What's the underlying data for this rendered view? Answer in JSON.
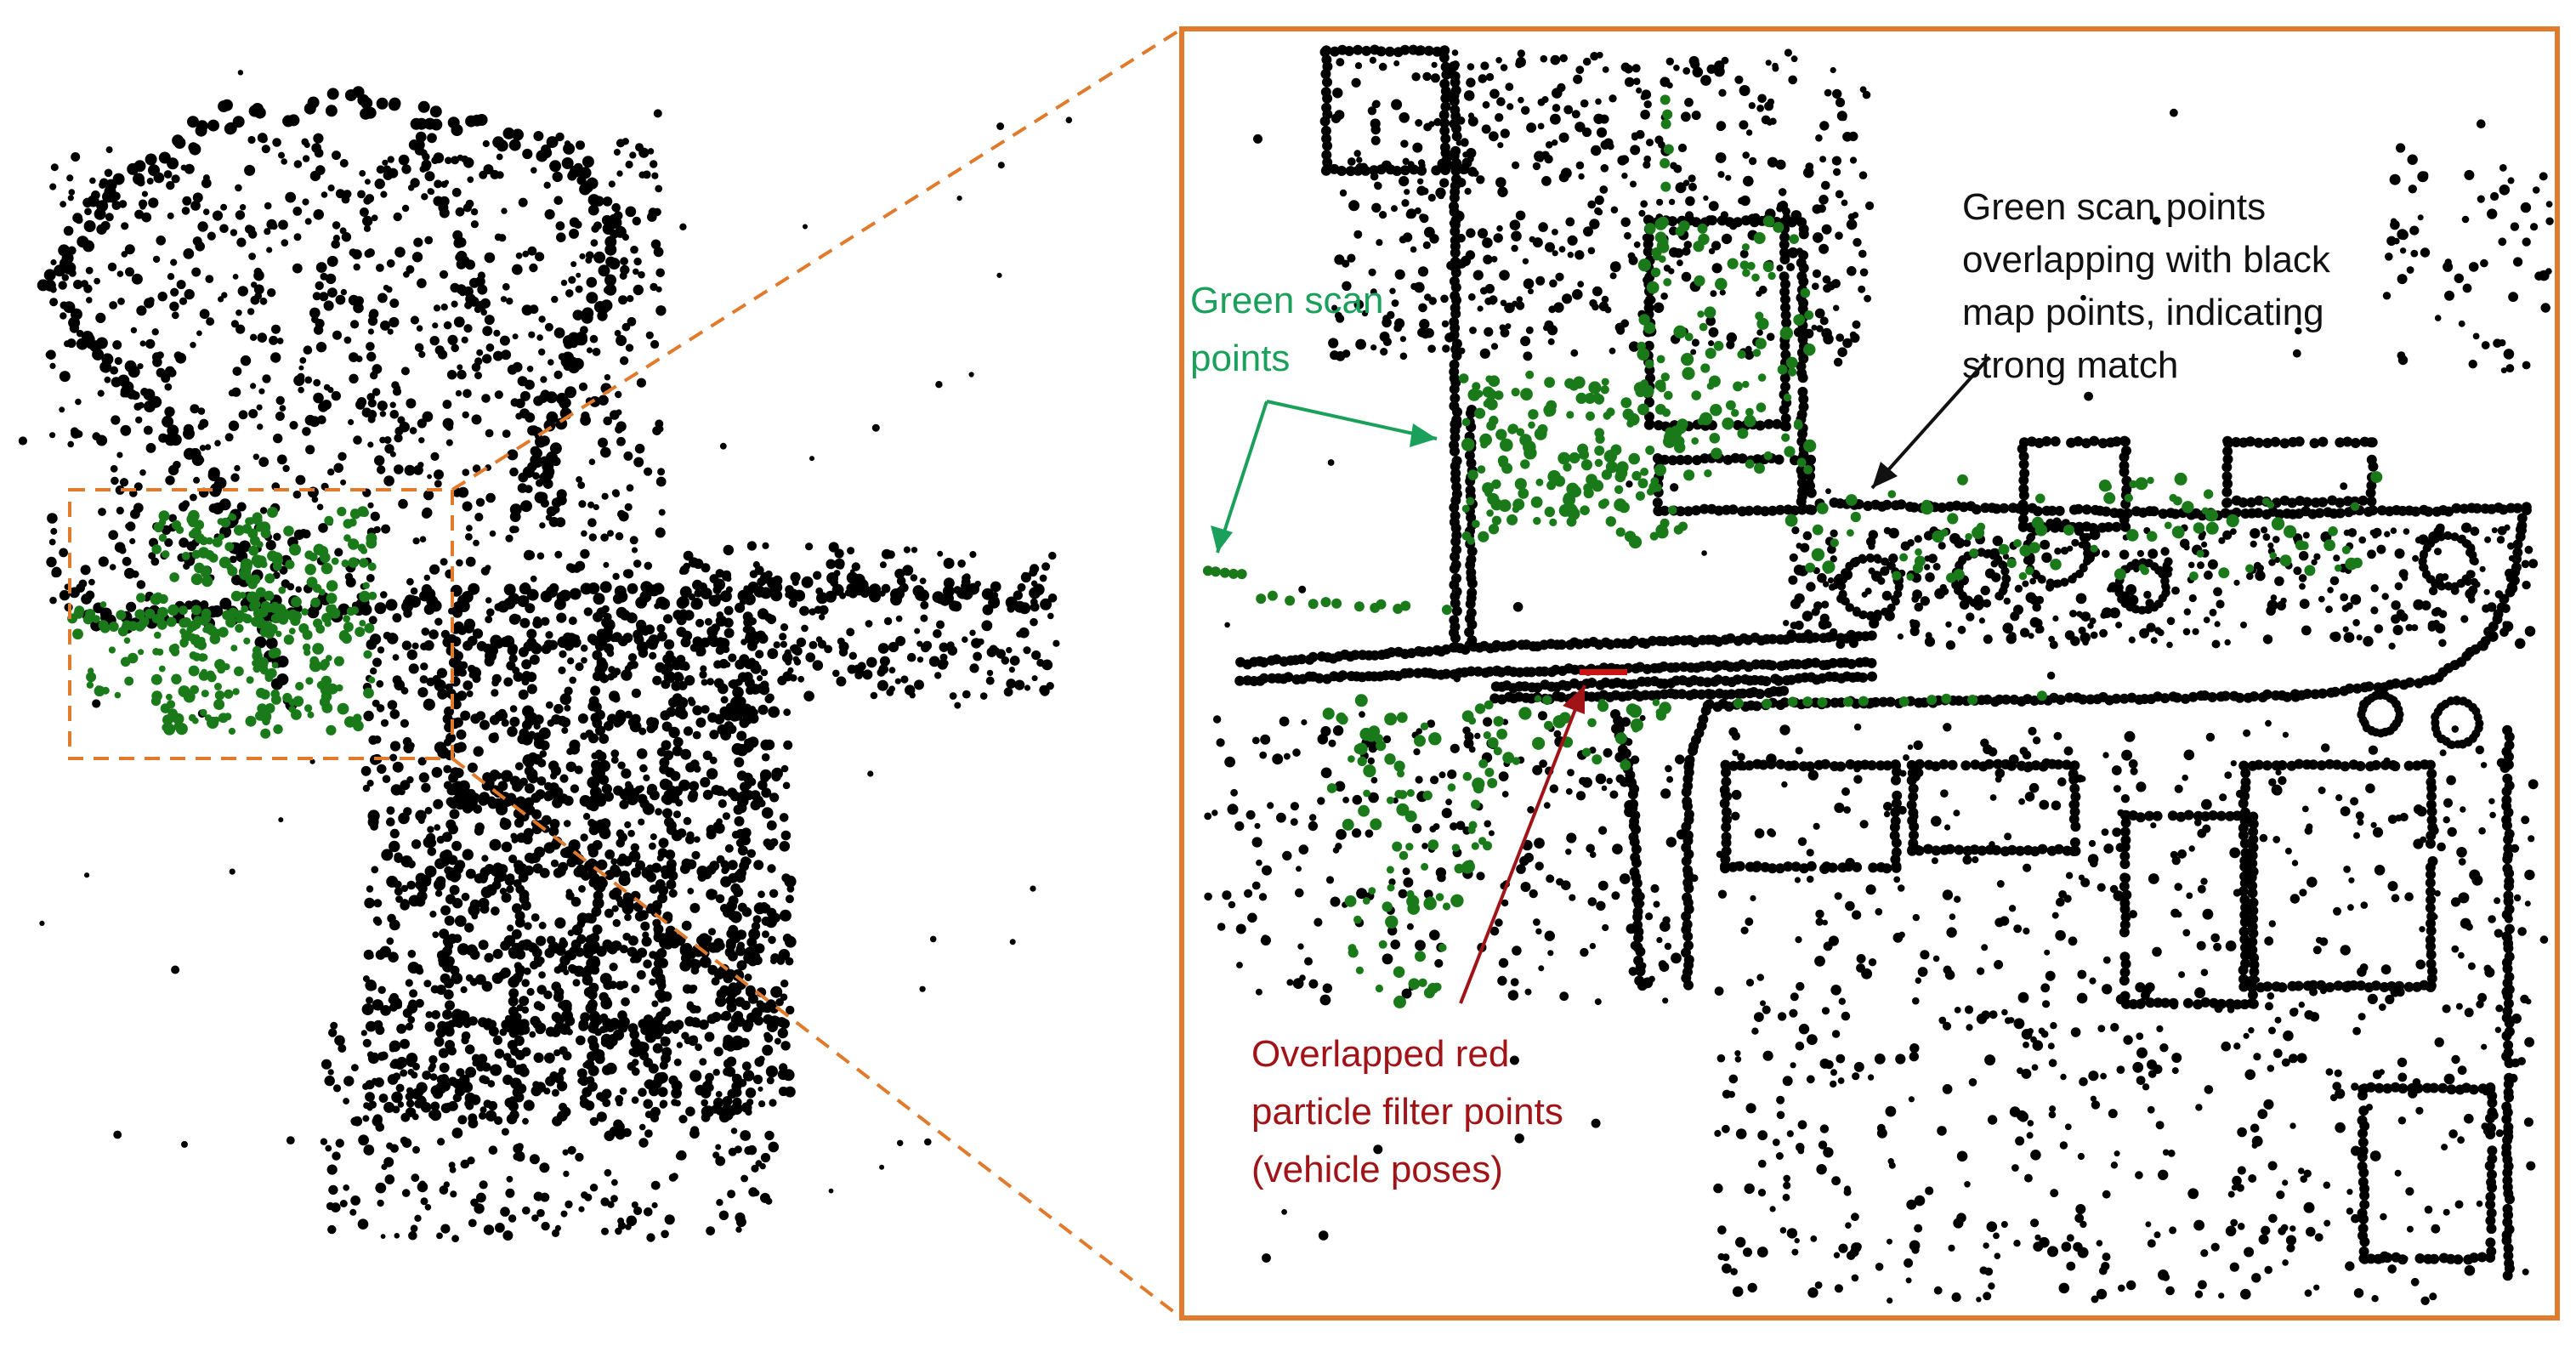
{
  "annotations": {
    "green_scan": [
      "Green scan",
      "points"
    ],
    "strong_match": [
      "Green scan points",
      "overlapping with black",
      "map points, indicating",
      "strong match"
    ],
    "red_particles": [
      "Overlapped red",
      "particle filter points",
      "(vehicle poses)"
    ]
  },
  "colors": {
    "map_points": "#000000",
    "scan_points": "#1a7a1a",
    "particle_points": "#cc1111",
    "zoom_frame": "#e07a2c",
    "green_label": "#1aa05a",
    "red_label": "#a01418",
    "black_label": "#111111"
  }
}
